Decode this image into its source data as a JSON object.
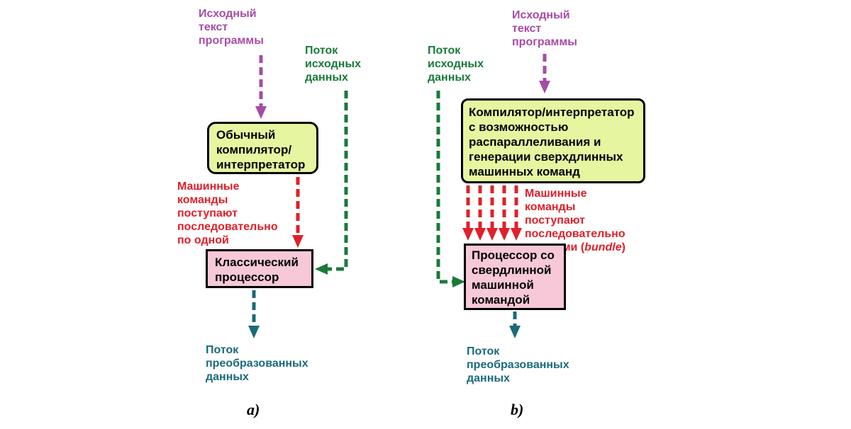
{
  "colors": {
    "source": "#a64ca6",
    "input": "#1a7a3a",
    "machine": "#e0202a",
    "output": "#1a6a7a",
    "compiler_fill": "#e6f5a0",
    "processor_fill": "#f7c8d8"
  },
  "left": {
    "source_label": "Исходный\nтекст\nпрограммы",
    "input_label": "Поток\nисходных\nданных",
    "compiler": "Обычный\nкомпилятор/\nинтерпретатор",
    "machine_label": "Машинные\nкоманды\nпоступают\nпоследовательно\nпо одной",
    "processor": "Классический\nпроцессор",
    "output_label": "Поток\nпреобразованных\nданных",
    "caption": "a)"
  },
  "right": {
    "source_label": "Исходный\nтекст\nпрограммы",
    "input_label": "Поток\nисходных\nданных",
    "compiler": "Компилятор/интерпретатор\nс возможностью\nраспараллеливания и\nгенерации сверхдлинных\nмашинных команд",
    "machine_label_main": "Машинные\nкоманды\nпоступают\nпоследовательно\nсвязками (",
    "machine_label_italic": "bundle",
    "machine_label_end": ")",
    "processor": "Процессор со\nсвердлинной\nмашинной\nкомандой",
    "output_label": "Поток\nпреобразованных\nданных",
    "caption": "b)"
  }
}
